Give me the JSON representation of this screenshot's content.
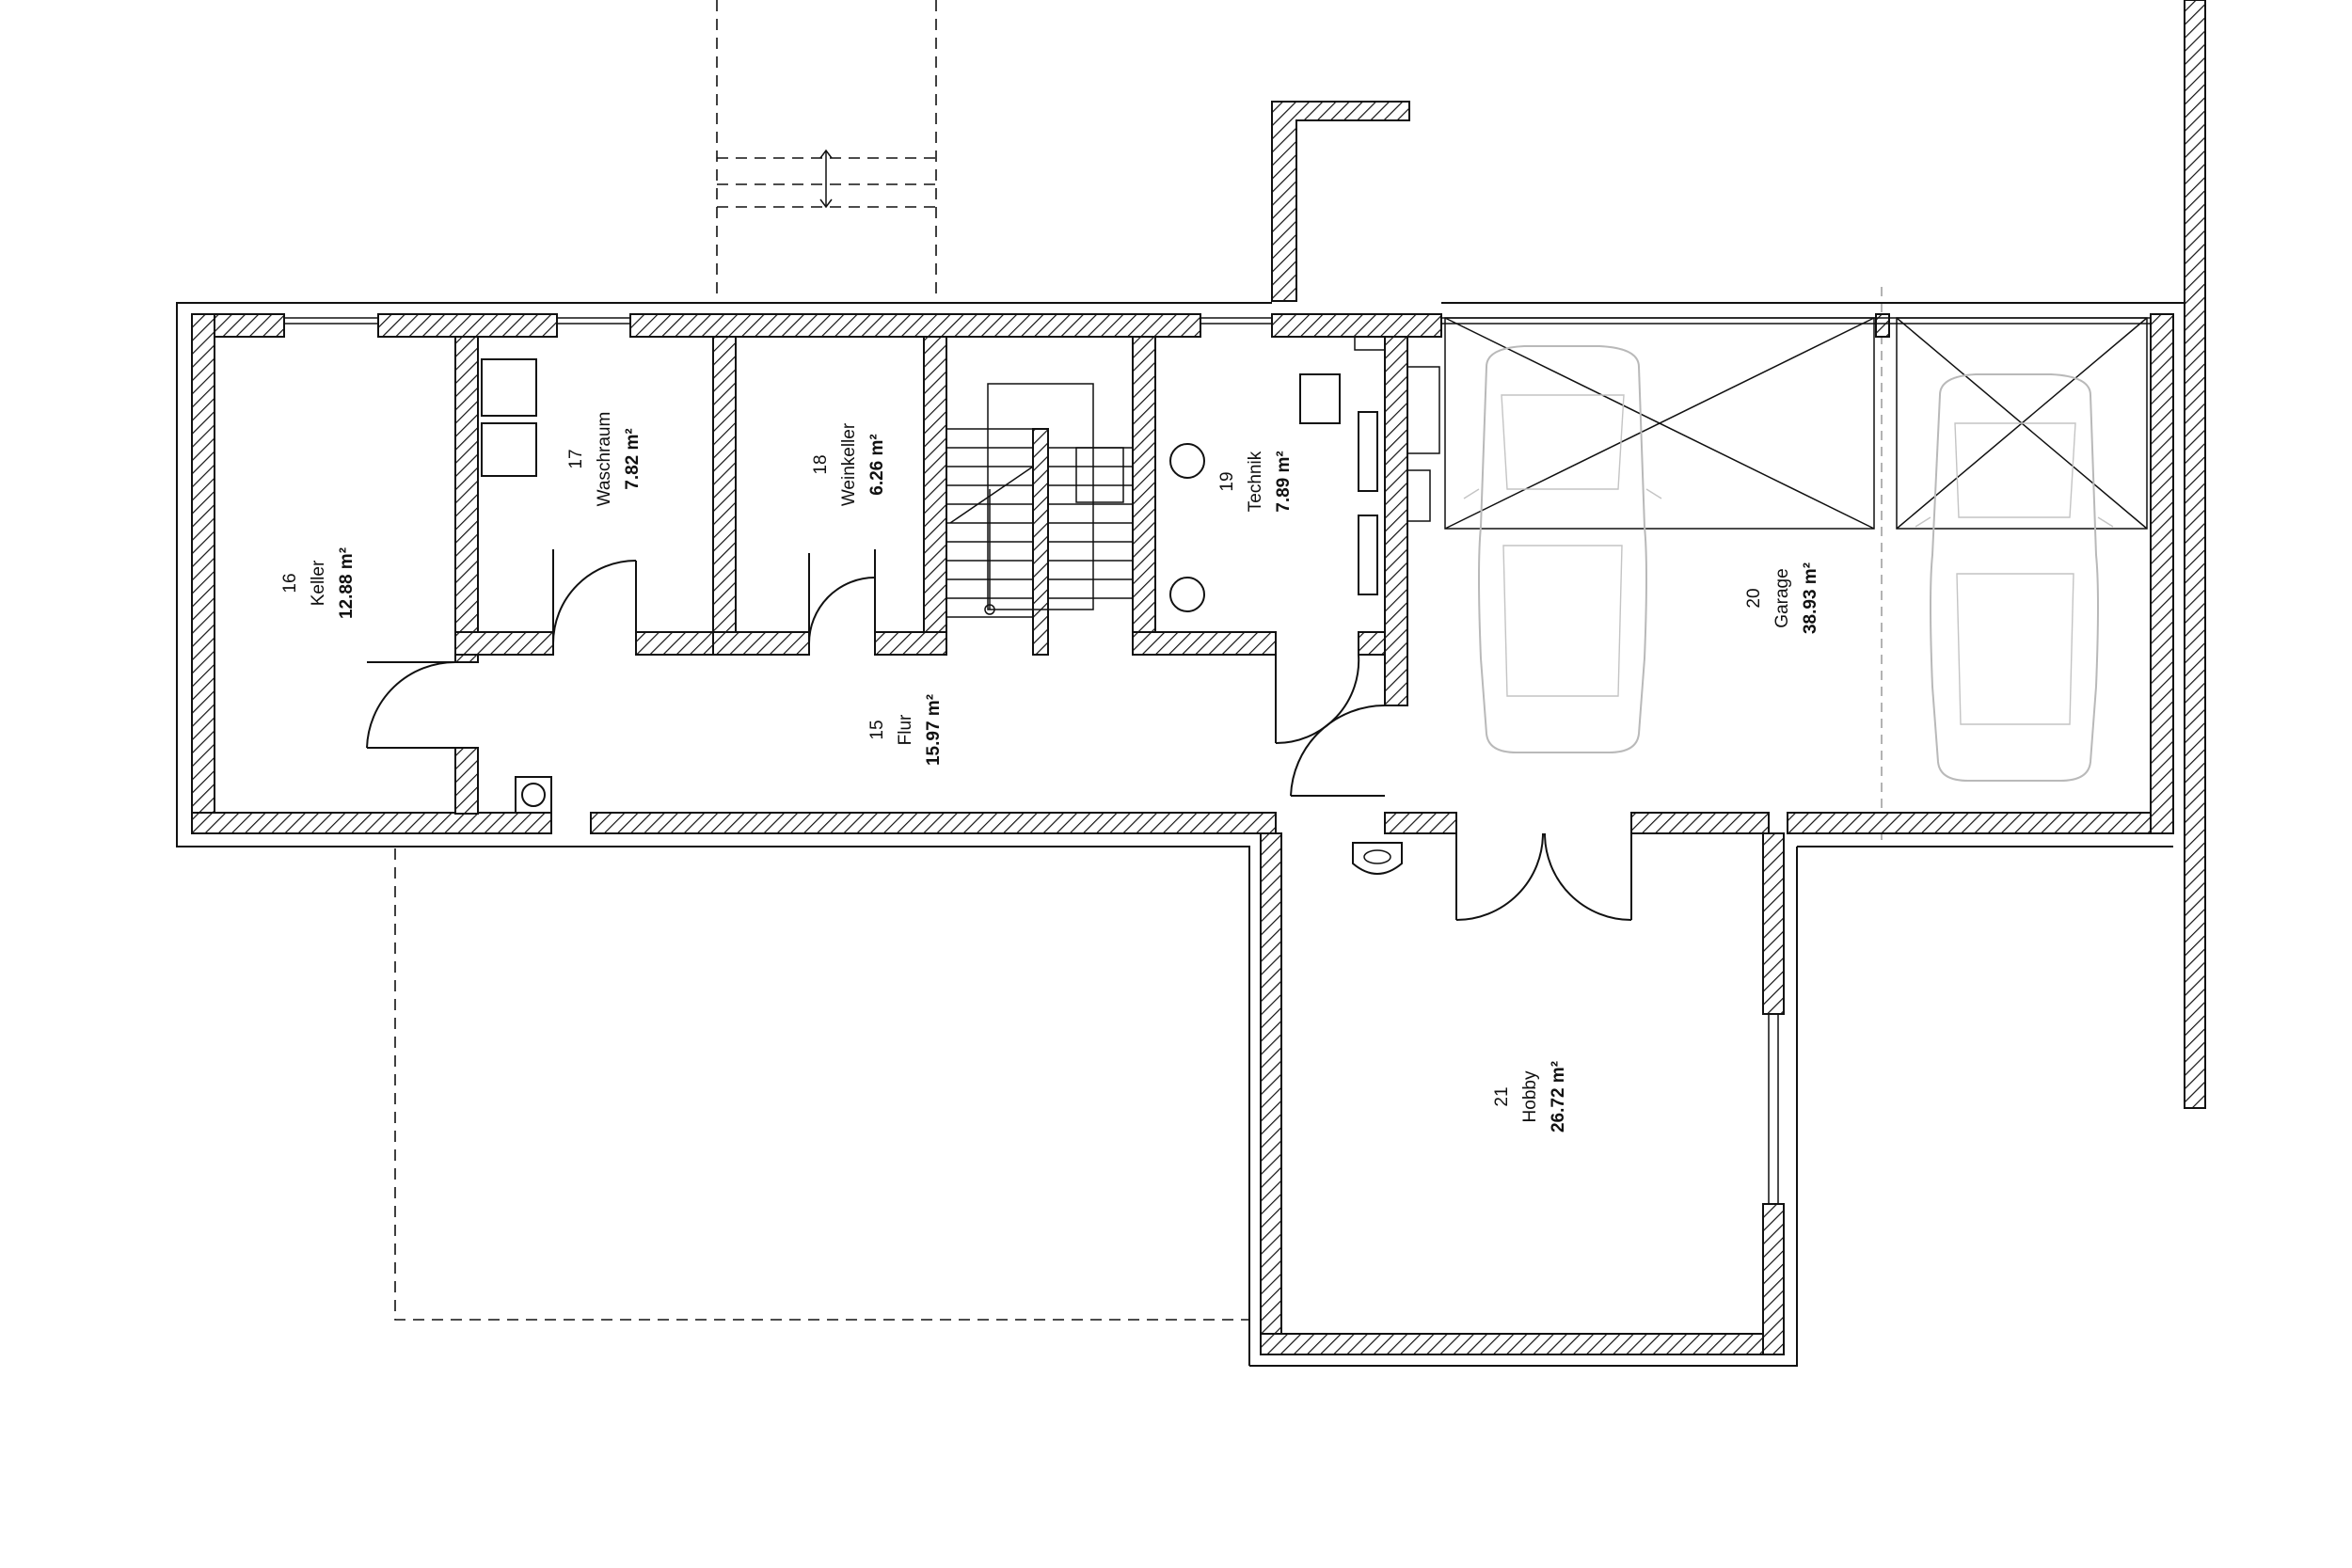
{
  "rooms": [
    {
      "id": "room-16",
      "number": "16",
      "name": "Keller",
      "area": "12.88 m²"
    },
    {
      "id": "room-17",
      "number": "17",
      "name": "Waschraum",
      "area": "7.82 m²"
    },
    {
      "id": "room-18",
      "number": "18",
      "name": "Weinkeller",
      "area": "6.26 m²"
    },
    {
      "id": "room-19",
      "number": "19",
      "name": "Technik",
      "area": "7.89 m²"
    },
    {
      "id": "room-15",
      "number": "15",
      "name": "Flur",
      "area": "15.97 m²"
    },
    {
      "id": "room-20",
      "number": "20",
      "name": "Garage",
      "area": "38.93 m²"
    },
    {
      "id": "room-21",
      "number": "21",
      "name": "Hobby",
      "area": "26.72 m²"
    }
  ],
  "colors": {
    "ink": "#111111",
    "car_outline": "#b9b9b9",
    "background": "#ffffff"
  }
}
